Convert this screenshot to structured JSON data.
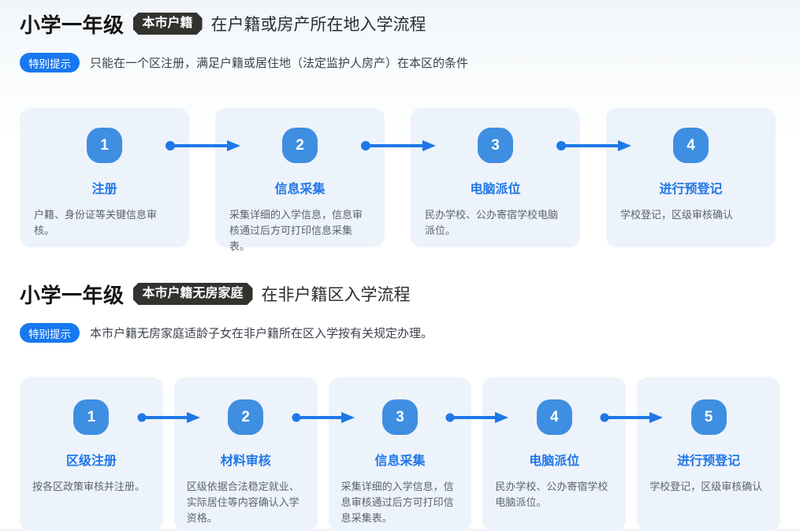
{
  "colors": {
    "accent_blue": "#2077e8",
    "arrow_blue": "#1e78e8",
    "badge_blue": "#3e8ee2",
    "tip_pill_blue": "#1778f0",
    "dark_badge": "#33322f",
    "card_bg": "#edf3fa"
  },
  "sections": [
    {
      "title": "小学一年级",
      "badge": "本市户籍",
      "subtitle": "在户籍或房产所在地入学流程",
      "tip_label": "特别提示",
      "tip_text": "只能在一个区注册，满足户籍或居住地（法定监护人房产）在本区的条件",
      "steps": [
        {
          "num": "1",
          "title": "注册",
          "desc": "户籍、身份证等关键信息审核。"
        },
        {
          "num": "2",
          "title": "信息采集",
          "desc": "采集详细的入学信息，信息审核通过后方可打印信息采集表。"
        },
        {
          "num": "3",
          "title": "电脑派位",
          "desc": "民办学校、公办寄宿学校电脑派位。"
        },
        {
          "num": "4",
          "title": "进行预登记",
          "desc": "学校登记，区级审核确认"
        }
      ]
    },
    {
      "title": "小学一年级",
      "badge": "本市户籍无房家庭",
      "subtitle": "在非户籍区入学流程",
      "tip_label": "特别提示",
      "tip_text": "本市户籍无房家庭适龄子女在非户籍所在区入学按有关规定办理。",
      "steps": [
        {
          "num": "1",
          "title": "区级注册",
          "desc": "按各区政策审核并注册。"
        },
        {
          "num": "2",
          "title": "材料审核",
          "desc": "区级依据合法稳定就业、实际居住等内容确认入学资格。"
        },
        {
          "num": "3",
          "title": "信息采集",
          "desc": "采集详细的入学信息，信息审核通过后方可打印信息采集表。"
        },
        {
          "num": "4",
          "title": "电脑派位",
          "desc": "民办学校、公办寄宿学校电脑派位。"
        },
        {
          "num": "5",
          "title": "进行预登记",
          "desc": "学校登记，区级审核确认"
        }
      ]
    }
  ]
}
